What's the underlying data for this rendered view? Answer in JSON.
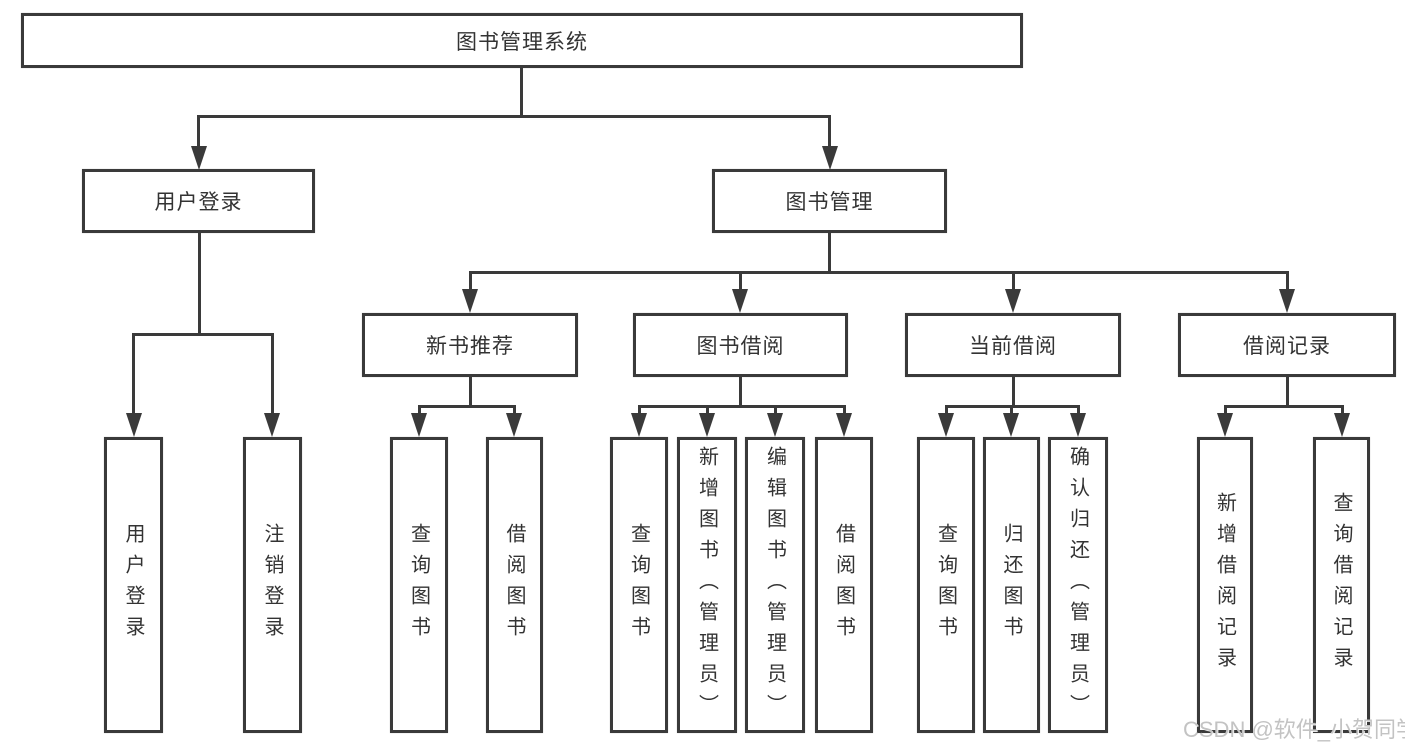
{
  "colors": {
    "line": "#3a3a3a",
    "text": "#333333",
    "watermark": "#c3c3c3",
    "background": "#ffffff"
  },
  "watermark": {
    "text": "CSDN @软件_小贺同学"
  },
  "tree": {
    "root": {
      "label": "图书管理系统"
    },
    "login": {
      "label": "用户登录",
      "children": [
        {
          "label": "用户登录"
        },
        {
          "label": "注销登录"
        }
      ]
    },
    "mgmt": {
      "label": "图书管理",
      "groups": [
        {
          "label": "新书推荐",
          "children": [
            {
              "label": "查询图书"
            },
            {
              "label": "借阅图书"
            }
          ]
        },
        {
          "label": "图书借阅",
          "children": [
            {
              "label": "查询图书"
            },
            {
              "label": "新增图书（管理员）"
            },
            {
              "label": "编辑图书（管理员）"
            },
            {
              "label": "借阅图书"
            }
          ]
        },
        {
          "label": "当前借阅",
          "children": [
            {
              "label": "查询图书"
            },
            {
              "label": "归还图书"
            },
            {
              "label": "确认归还（管理员）"
            }
          ]
        },
        {
          "label": "借阅记录",
          "children": [
            {
              "label": "新增借阅记录"
            },
            {
              "label": "查询借阅记录"
            }
          ]
        }
      ]
    }
  }
}
